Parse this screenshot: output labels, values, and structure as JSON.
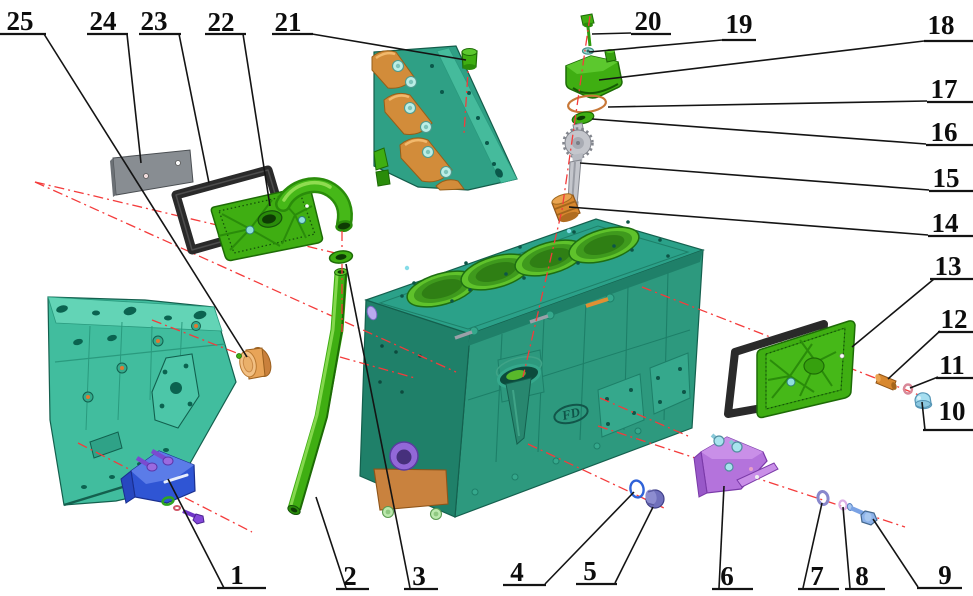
{
  "callouts": {
    "c1": "1",
    "c2": "2",
    "c3": "3",
    "c4": "4",
    "c5": "5",
    "c6": "6",
    "c7": "7",
    "c8": "8",
    "c9": "9",
    "c10": "10",
    "c11": "11",
    "c12": "12",
    "c13": "13",
    "c14": "14",
    "c15": "15",
    "c16": "16",
    "c17": "17",
    "c18": "18",
    "c19": "19",
    "c20": "20",
    "c21": "21",
    "c22": "22",
    "c23": "23",
    "c24": "24",
    "c25": "25"
  },
  "engine_block": {
    "logo": "FD"
  },
  "colors": {
    "background": "#ffffff",
    "block_teal": "#2d997e",
    "block_deck": "#2ba189",
    "inset_teal": "#41bd9e",
    "part_green": "#3fae12",
    "cylinder_green": "#5fc22b",
    "bearing_cap_orange": "#d28c3a",
    "plug_orange": "#e8a458",
    "bracket_blue": "#2f55d4",
    "bracket_purple": "#b473dc",
    "bolt_cyan": "#a8e4ee",
    "shaft_gray": "#c4c6cc",
    "gasket_black": "#2a2a2a",
    "oring_copper": "#c87838",
    "centerline_red": "#f43b3b",
    "leader_black": "#141414"
  }
}
